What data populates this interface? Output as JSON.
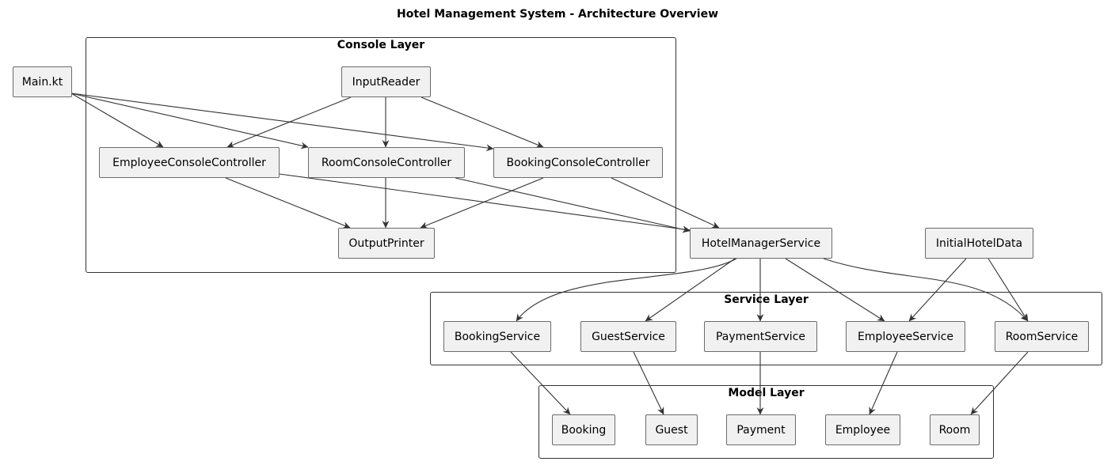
{
  "title": "Hotel Management System - Architecture Overview",
  "packages": {
    "console": "Console Layer",
    "service": "Service Layer",
    "model": "Model Layer"
  },
  "nodes": {
    "main": "Main.kt",
    "input_reader": "InputReader",
    "employee_console_controller": "EmployeeConsoleController",
    "room_console_controller": "RoomConsoleController",
    "booking_console_controller": "BookingConsoleController",
    "output_printer": "OutputPrinter",
    "hotel_manager_service": "HotelManagerService",
    "initial_hotel_data": "InitialHotelData",
    "booking_service": "BookingService",
    "guest_service": "GuestService",
    "payment_service": "PaymentService",
    "employee_service": "EmployeeService",
    "room_service": "RoomService",
    "booking": "Booking",
    "guest": "Guest",
    "payment": "Payment",
    "employee": "Employee",
    "room": "Room"
  },
  "edges": [
    {
      "from": "main",
      "to": "employee_console_controller"
    },
    {
      "from": "main",
      "to": "room_console_controller"
    },
    {
      "from": "main",
      "to": "booking_console_controller"
    },
    {
      "from": "input_reader",
      "to": "employee_console_controller"
    },
    {
      "from": "input_reader",
      "to": "room_console_controller"
    },
    {
      "from": "input_reader",
      "to": "booking_console_controller"
    },
    {
      "from": "employee_console_controller",
      "to": "output_printer"
    },
    {
      "from": "room_console_controller",
      "to": "output_printer"
    },
    {
      "from": "booking_console_controller",
      "to": "output_printer"
    },
    {
      "from": "employee_console_controller",
      "to": "hotel_manager_service"
    },
    {
      "from": "room_console_controller",
      "to": "hotel_manager_service"
    },
    {
      "from": "booking_console_controller",
      "to": "hotel_manager_service"
    },
    {
      "from": "hotel_manager_service",
      "to": "booking_service"
    },
    {
      "from": "hotel_manager_service",
      "to": "guest_service"
    },
    {
      "from": "hotel_manager_service",
      "to": "payment_service"
    },
    {
      "from": "hotel_manager_service",
      "to": "employee_service"
    },
    {
      "from": "hotel_manager_service",
      "to": "room_service"
    },
    {
      "from": "initial_hotel_data",
      "to": "employee_service"
    },
    {
      "from": "initial_hotel_data",
      "to": "room_service"
    },
    {
      "from": "booking_service",
      "to": "booking"
    },
    {
      "from": "guest_service",
      "to": "guest"
    },
    {
      "from": "payment_service",
      "to": "payment"
    },
    {
      "from": "employee_service",
      "to": "employee"
    },
    {
      "from": "room_service",
      "to": "room"
    }
  ],
  "colors": {
    "node_fill": "#f1f1f1",
    "node_border": "#6b6b6b",
    "edge": "#333333"
  }
}
